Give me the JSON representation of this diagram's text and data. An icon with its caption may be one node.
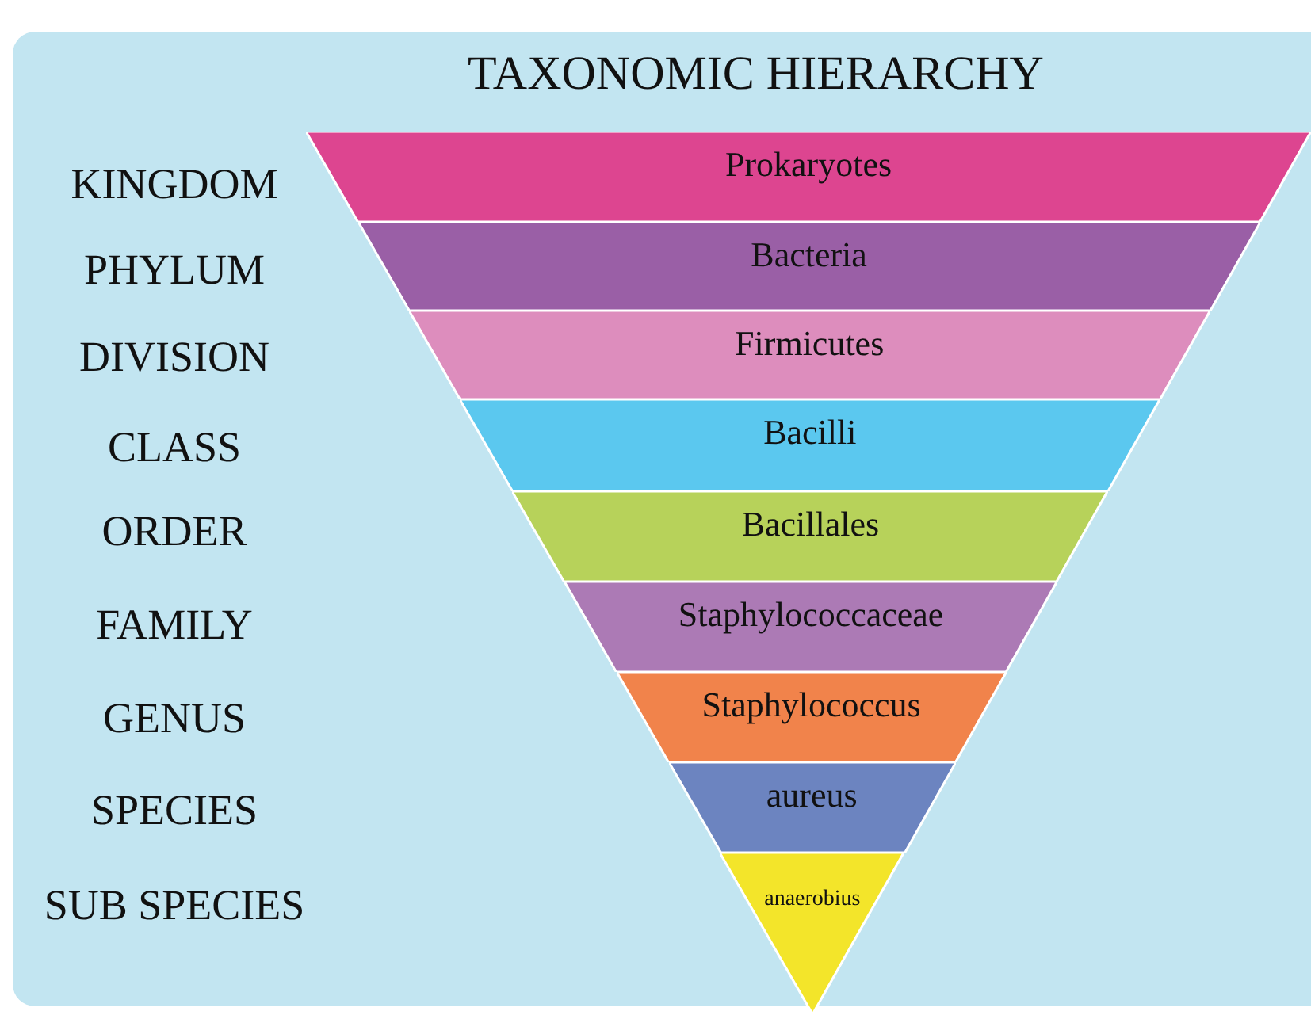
{
  "diagram": {
    "title": "TAXONOMIC HIERARCHY",
    "nodes": [
      {
        "text": [
          "Prokaryotes"
        ]
      },
      {
        "text": [
          "Bacteria"
        ]
      },
      {
        "text": [
          "Firmicutes"
        ]
      },
      {
        "text": [
          "Bacilli"
        ]
      },
      {
        "text": [
          "Bacillales"
        ]
      },
      {
        "text": [
          "Staphylococcaceae"
        ]
      },
      {
        "text": [
          "Staphylococcus"
        ]
      },
      {
        "text": [
          "aureus"
        ]
      },
      {
        "text": [
          "anaerobius"
        ]
      }
    ],
    "labels": [
      "KINGDOM",
      "PHYLUM",
      "DIVISION",
      "CLASS",
      "ORDER",
      "FAMILY",
      "GENUS",
      "SPECIES",
      "SUB SPECIES"
    ]
  }
}
